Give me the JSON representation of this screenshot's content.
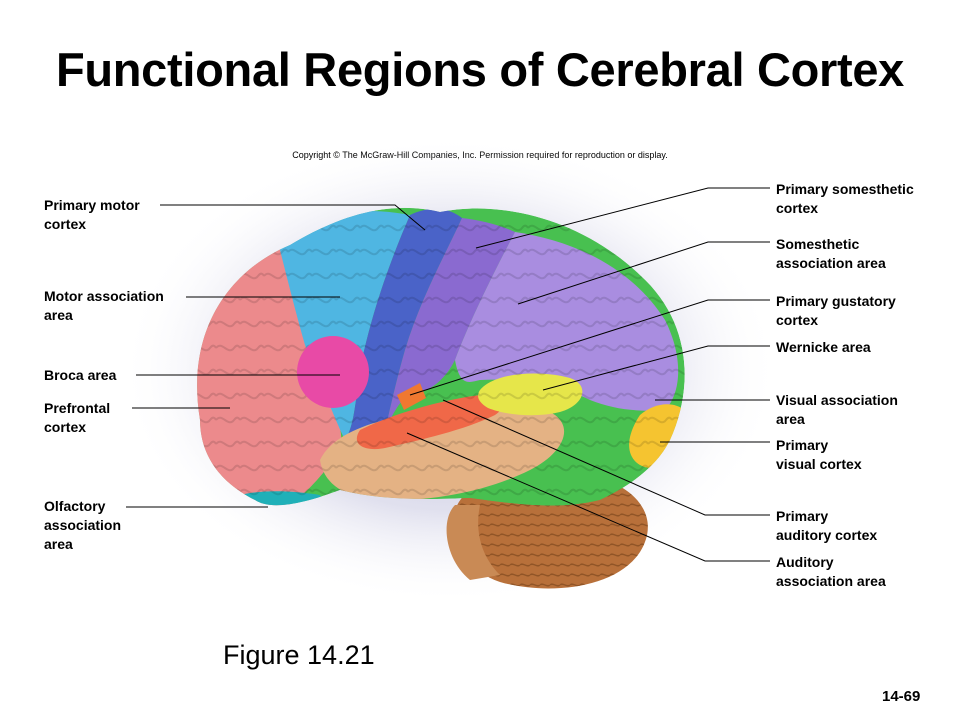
{
  "slide": {
    "title": "Functional Regions of Cerebral Cortex",
    "copyright": "Copyright © The McGraw-Hill Companies, Inc. Permission required for reproduction or display.",
    "figure": "Figure 14.21",
    "page_number": "14-69"
  },
  "labels": {
    "primary_motor": "Primary motor\ncortex",
    "motor_association": "Motor association\narea",
    "broca": "Broca area",
    "prefrontal": "Prefrontal\ncortex",
    "olfactory": "Olfactory\nassociation\narea",
    "primary_somesthetic": "Primary somesthetic\ncortex",
    "somesthetic_association": "Somesthetic\nassociation area",
    "primary_gustatory": "Primary gustatory\ncortex",
    "wernicke": "Wernicke area",
    "visual_association": "Visual association\narea",
    "primary_visual": "Primary\nvisual cortex",
    "primary_auditory": "Primary\nauditory cortex",
    "auditory_association": "Auditory\nassociation area"
  },
  "region_colors": {
    "prefrontal": "#ec8a8c",
    "motor_association": "#4fb6e2",
    "primary_motor": "#4a63c8",
    "broca": "#e84aa6",
    "primary_somesthetic": "#8a6ad0",
    "somesthetic_association": "#a98de0",
    "wernicke": "#e6e64a",
    "visual_association": "#48c050",
    "primary_visual": "#f5c430",
    "primary_auditory": "#f06848",
    "auditory_association": "#e4b284",
    "gustatory": "#f07830",
    "olfactory": "#20b0b8",
    "cerebellum": "#b8703a"
  }
}
